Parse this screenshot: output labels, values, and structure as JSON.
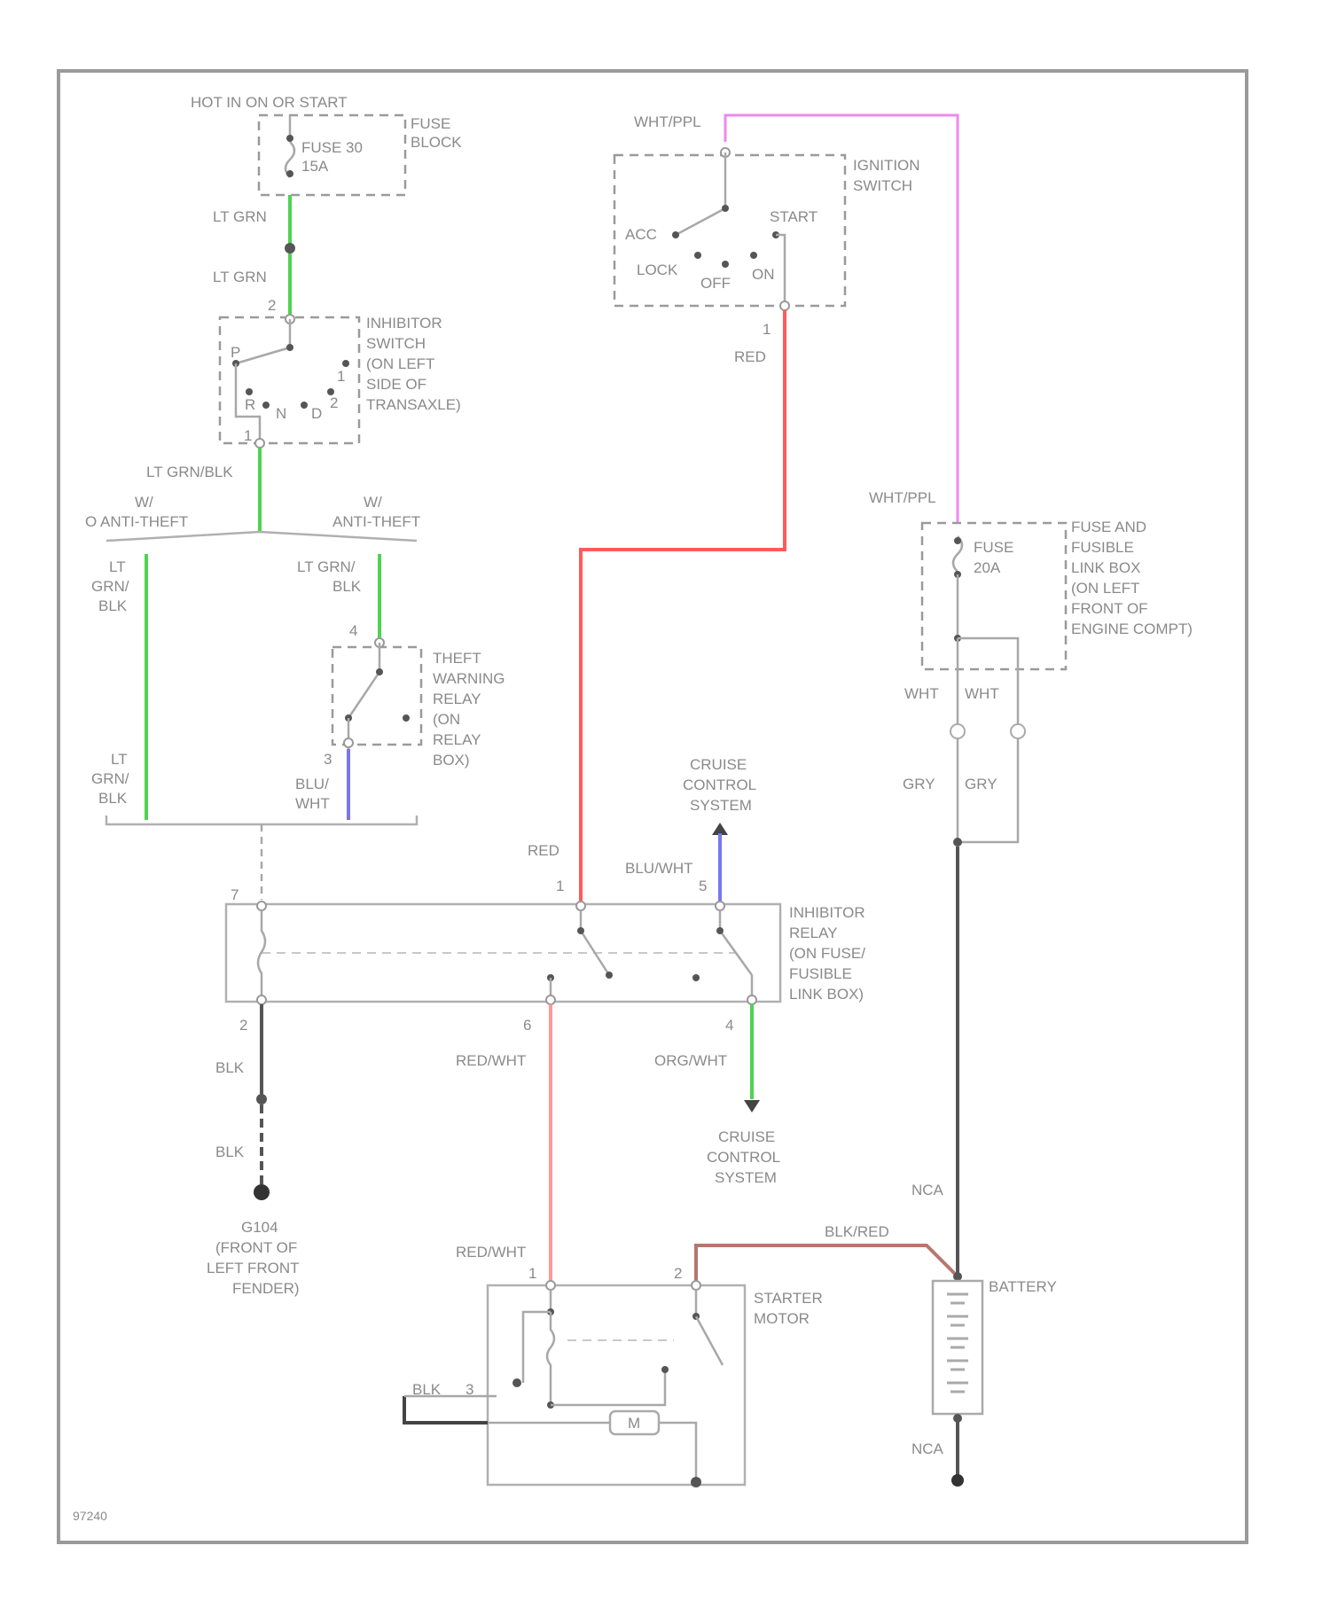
{
  "colors": {
    "lt_grn": "#4fd34f",
    "red": "#ff5a5a",
    "red_light": "#ff9a9a",
    "wht_ppl": "#ee88ee",
    "blu": "#7777ee",
    "blk": "#555555",
    "gray": "#a8a8a8",
    "blk_red": "#b4786e"
  },
  "labels": {
    "hot_in_on_or_start": "HOT IN ON OR START",
    "fuse_block_fuse": "FUSE 30",
    "fuse_block_amp": "15A",
    "fuse_block_name": [
      "FUSE",
      "BLOCK"
    ],
    "lt_grn_1": "LT GRN",
    "lt_grn_2": "LT GRN",
    "inhibitor_switch": [
      "INHIBITOR",
      "SWITCH",
      "(ON LEFT",
      "SIDE OF",
      "TRANSAXLE)"
    ],
    "inhibitor_switch_pins": [
      "P",
      "R",
      "N",
      "D",
      "2",
      "1"
    ],
    "lt_grn_blk": "LT GRN/BLK",
    "branch_left": [
      "W/",
      "O ANTI-THEFT"
    ],
    "branch_right": [
      "W/",
      "ANTI-THEFT"
    ],
    "lt_grn_blk_left": [
      "LT",
      "GRN/",
      "BLK"
    ],
    "lt_grn_blk_right": [
      "LT GRN/",
      "BLK"
    ],
    "theft_relay": [
      "THEFT",
      "WARNING",
      "RELAY",
      "(ON",
      "RELAY",
      "BOX)"
    ],
    "lt_grn_blk_left_lower": [
      "LT",
      "GRN/",
      "BLK"
    ],
    "blu_wht": [
      "BLU/",
      "WHT"
    ],
    "wht_ppl_top": "WHT/PPL",
    "ignition_switch": [
      "IGNITION",
      "SWITCH"
    ],
    "acc": "ACC",
    "start": "START",
    "lock": "LOCK",
    "off": "OFF",
    "on": "ON",
    "red_upper": "RED",
    "wht_ppl_right": "WHT/PPL",
    "fuse_link_fuse": "FUSE",
    "fuse_link_amp": "20A",
    "fuse_link_box": [
      "FUSE AND",
      "FUSIBLE",
      "LINK BOX",
      "(ON LEFT",
      "FRONT OF",
      "ENGINE COMPT)"
    ],
    "wht_1": "WHT",
    "wht_2": "WHT",
    "gry_1": "GRY",
    "gry_2": "GRY",
    "cruise_top": [
      "CRUISE",
      "CONTROL",
      "SYSTEM"
    ],
    "red_mid": "RED",
    "blu_wht_mid": "BLU/WHT",
    "inhibitor_relay": [
      "INHIBITOR",
      "RELAY",
      "(ON FUSE/",
      "FUSIBLE",
      "LINK BOX)"
    ],
    "blk_1": "BLK",
    "blk_2": "BLK",
    "red_wht_1": "RED/WHT",
    "org_wht": "ORG/WHT",
    "cruise_bottom": [
      "CRUISE",
      "CONTROL",
      "SYSTEM"
    ],
    "ground": [
      "G104",
      "(FRONT OF",
      "LEFT FRONT",
      "FENDER)"
    ],
    "red_wht_2": "RED/WHT",
    "blk_red": "BLK/RED",
    "nca_top": "NCA",
    "starter_motor": [
      "STARTER",
      "MOTOR"
    ],
    "battery": "BATTERY",
    "nca_bottom": "NCA",
    "blk_starter": "BLK",
    "motor": "M",
    "pins": {
      "p2a": "2",
      "p2b": "1",
      "p4": "4",
      "p3": "3",
      "p1": "1",
      "p7": "7",
      "p1b": "1",
      "p5": "5",
      "p2c": "2",
      "p6": "6",
      "p4b": "4",
      "s1": "1",
      "s2": "2",
      "s3": "3"
    },
    "code": "97240"
  }
}
